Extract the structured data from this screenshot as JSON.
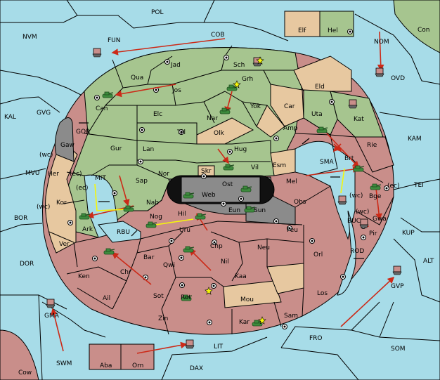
{
  "colors": {
    "sea": "#a7dce8",
    "green_power": "#a6c58f",
    "red_power": "#c98e8a",
    "neutral_land": "#e7c8a0",
    "impassable": "#8b8b8b",
    "move_order": "#cc2a18",
    "support_order": "#f6f60a"
  },
  "icons": {
    "army": "tank-icon",
    "fleet": "ship-icon",
    "dislodged": "explosion-icon",
    "supply_center": "supply-center-icon"
  },
  "regions": [
    {
      "id": "POL",
      "label": "POL"
    },
    {
      "id": "NVM",
      "label": "NVM"
    },
    {
      "id": "FUN",
      "label": "FUN"
    },
    {
      "id": "COB",
      "label": "COB"
    },
    {
      "id": "Elf",
      "label": "Elf"
    },
    {
      "id": "Hel",
      "label": "Hel"
    },
    {
      "id": "Con",
      "label": "Con"
    },
    {
      "id": "NOM",
      "label": "NOM"
    },
    {
      "id": "OVD",
      "label": "OVD"
    },
    {
      "id": "Jad",
      "label": "Jad"
    },
    {
      "id": "Sch",
      "label": "Sch"
    },
    {
      "id": "Qua",
      "label": "Qua"
    },
    {
      "id": "Jos",
      "label": "Jos"
    },
    {
      "id": "Grh",
      "label": "Grh"
    },
    {
      "id": "Eld",
      "label": "Eld"
    },
    {
      "id": "Can",
      "label": "Can"
    },
    {
      "id": "Car",
      "label": "Car"
    },
    {
      "id": "Yok",
      "label": "Yok"
    },
    {
      "id": "Nar",
      "label": "Nar"
    },
    {
      "id": "Uta",
      "label": "Uta"
    },
    {
      "id": "Kat",
      "label": "Kat"
    },
    {
      "id": "KAL",
      "label": "KAL"
    },
    {
      "id": "GVG",
      "label": "GVG"
    },
    {
      "id": "Elc",
      "label": "Elc"
    },
    {
      "id": "Tel",
      "label": "Tel"
    },
    {
      "id": "Olk",
      "label": "Olk"
    },
    {
      "id": "Amp",
      "label": "Amp"
    },
    {
      "id": "GOR",
      "label": "GOR"
    },
    {
      "id": "KAM",
      "label": "KAM"
    },
    {
      "id": "Gaw",
      "label": "Gaw"
    },
    {
      "id": "Gur",
      "label": "Gur"
    },
    {
      "id": "Lan",
      "label": "Lan"
    },
    {
      "id": "Hug",
      "label": "Hug"
    },
    {
      "id": "Rie",
      "label": "Rie"
    },
    {
      "id": "Brt",
      "label": "Brt"
    },
    {
      "id": "SMA",
      "label": "SMA"
    },
    {
      "id": "Vil",
      "label": "Vil"
    },
    {
      "id": "Esm",
      "label": "Esm"
    },
    {
      "id": "Nor",
      "label": "Nor"
    },
    {
      "id": "Skr",
      "label": "Skr"
    },
    {
      "id": "Ost",
      "label": "Ost"
    },
    {
      "id": "MVU",
      "label": "MVU"
    },
    {
      "id": "Her",
      "label": "Her"
    },
    {
      "id": "Sap",
      "label": "Sap"
    },
    {
      "id": "Web",
      "label": "Web"
    },
    {
      "id": "Mel",
      "label": "Mel"
    },
    {
      "id": "Bge",
      "label": "Bge"
    },
    {
      "id": "TEI",
      "label": "TEI"
    },
    {
      "id": "MIT",
      "label": "MIT"
    },
    {
      "id": "Kor",
      "label": "Kor"
    },
    {
      "id": "Obs",
      "label": "Obs"
    },
    {
      "id": "Nab",
      "label": "Nab"
    },
    {
      "id": "Eun",
      "label": "Eun"
    },
    {
      "id": "Sun",
      "label": "Sun"
    },
    {
      "id": "BOR",
      "label": "BOR"
    },
    {
      "id": "Nog",
      "label": "Nog"
    },
    {
      "id": "Hil",
      "label": "Hil"
    },
    {
      "id": "BUC",
      "label": "BUC"
    },
    {
      "id": "Gwa",
      "label": "Gwa"
    },
    {
      "id": "KUP",
      "label": "KUP"
    },
    {
      "id": "Ark",
      "label": "Ark"
    },
    {
      "id": "RBU",
      "label": "RBU"
    },
    {
      "id": "Uru",
      "label": "Uru"
    },
    {
      "id": "Feu",
      "label": "Feu"
    },
    {
      "id": "Pir",
      "label": "Pir"
    },
    {
      "id": "Ver",
      "label": "Ver"
    },
    {
      "id": "Chp",
      "label": "Chp"
    },
    {
      "id": "Neu",
      "label": "Neu"
    },
    {
      "id": "Orl",
      "label": "Orl"
    },
    {
      "id": "Bar",
      "label": "Bar"
    },
    {
      "id": "ROD",
      "label": "ROD"
    },
    {
      "id": "DOR",
      "label": "DOR"
    },
    {
      "id": "Qwi",
      "label": "Qwi"
    },
    {
      "id": "Nil",
      "label": "Nil"
    },
    {
      "id": "ALT",
      "label": "ALT"
    },
    {
      "id": "Ken",
      "label": "Ken"
    },
    {
      "id": "Chr",
      "label": "Chr"
    },
    {
      "id": "Kaa",
      "label": "Kaa"
    },
    {
      "id": "GVP",
      "label": "GVP"
    },
    {
      "id": "Los",
      "label": "Los"
    },
    {
      "id": "Ail",
      "label": "Ail"
    },
    {
      "id": "Sot",
      "label": "Sot"
    },
    {
      "id": "Rot",
      "label": "Rot"
    },
    {
      "id": "Mou",
      "label": "Mou"
    },
    {
      "id": "GMA",
      "label": "GMA"
    },
    {
      "id": "Zin",
      "label": "Zin"
    },
    {
      "id": "Sam",
      "label": "Sam"
    },
    {
      "id": "FRO",
      "label": "FRO"
    },
    {
      "id": "Kar",
      "label": "Kar"
    },
    {
      "id": "LIT",
      "label": "LIT"
    },
    {
      "id": "SWM",
      "label": "SWM"
    },
    {
      "id": "SOM",
      "label": "SOM"
    },
    {
      "id": "Aba",
      "label": "Aba"
    },
    {
      "id": "Orn",
      "label": "Orn"
    },
    {
      "id": "DAX",
      "label": "DAX"
    },
    {
      "id": "Cow",
      "label": "Cow"
    }
  ],
  "coast_labels": [
    "(wc)",
    "(ec)",
    "(ec)",
    "(wc)",
    "(wc)",
    "(ec)",
    "(wc)"
  ]
}
